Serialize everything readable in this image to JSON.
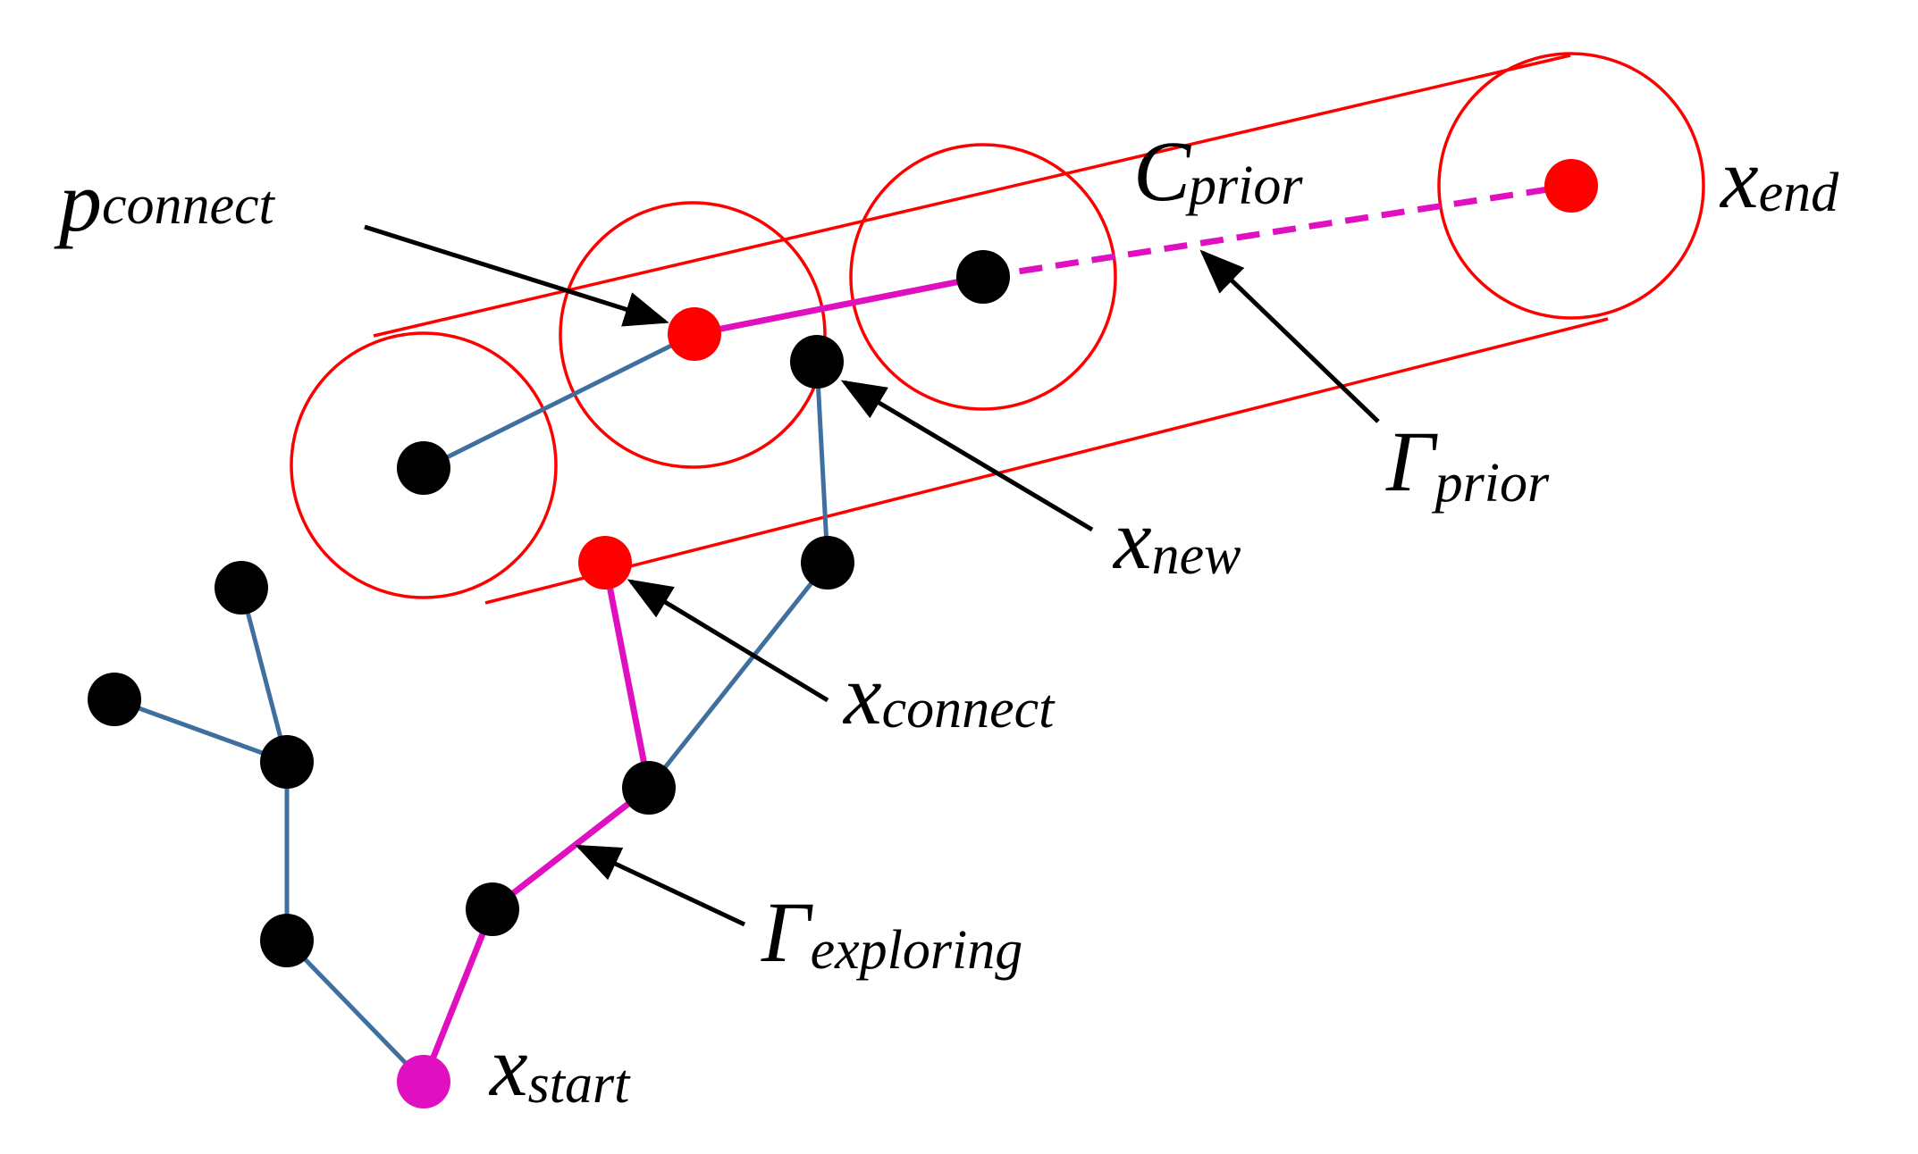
{
  "labels": {
    "p_connect": {
      "main": "p",
      "sub": "connect"
    },
    "c_prior": {
      "main": "C",
      "sub": "prior"
    },
    "x_end": {
      "main": "x",
      "sub": "end"
    },
    "gamma_prior": {
      "main": "Γ",
      "sub": "prior"
    },
    "x_new": {
      "main": "x",
      "sub": "new"
    },
    "x_connect": {
      "main": "x",
      "sub": "connect"
    },
    "gamma_exploring": {
      "main": "Γ",
      "sub": "exploring"
    },
    "x_start": {
      "main": "x",
      "sub": "start"
    }
  },
  "colors": {
    "tube": "#ff0000",
    "tree_edge": "#3f6f9f",
    "exploring_path": "#e010c0",
    "prior_path": "#e010c0",
    "node": "#000000",
    "special_node": "#ff0000",
    "start_node": "#e010c0",
    "arrow": "#000000"
  }
}
